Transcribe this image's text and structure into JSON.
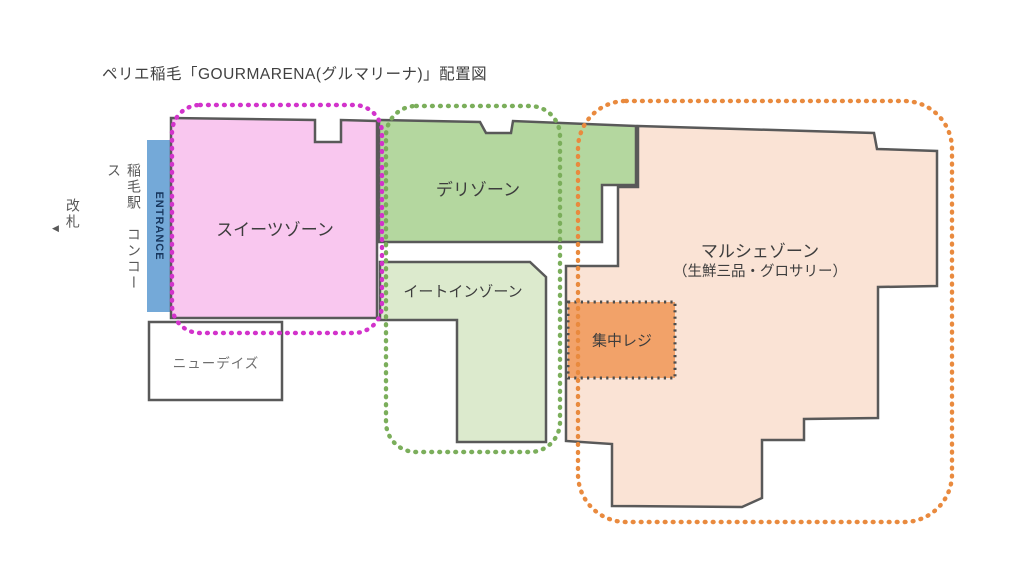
{
  "title": "ペリエ稲毛「GOURMARENA(グルマリーナ)」配置図",
  "station": {
    "concourse_label": "稲毛駅　コンコース",
    "gate_arrow": "◀",
    "gate_label": "改札",
    "entrance_label": "ENTRANCE",
    "entrance_fill": "#74a9d8"
  },
  "zones": {
    "sweets": {
      "label": "スイーツゾーン",
      "fill": "#f9c7ef",
      "outline": "#d233cb"
    },
    "deli": {
      "label": "デリゾーン",
      "fill": "#b4d79f"
    },
    "eatin": {
      "label": "イートインゾーン",
      "fill": "#dceacd"
    },
    "deli_group_outline": "#7bae5b",
    "marche": {
      "label": "マルシェゾーン",
      "sublabel": "（生鮮三品・グロサリー）",
      "fill": "#fae3d5",
      "outline": "#e98a3e"
    },
    "register": {
      "label": "集中レジ",
      "fill": "#f2a269",
      "outline": "#4d4d4d"
    },
    "newdays": {
      "label": "ニューデイズ",
      "fill": "#ffffff"
    }
  },
  "outline_color": "#595959"
}
